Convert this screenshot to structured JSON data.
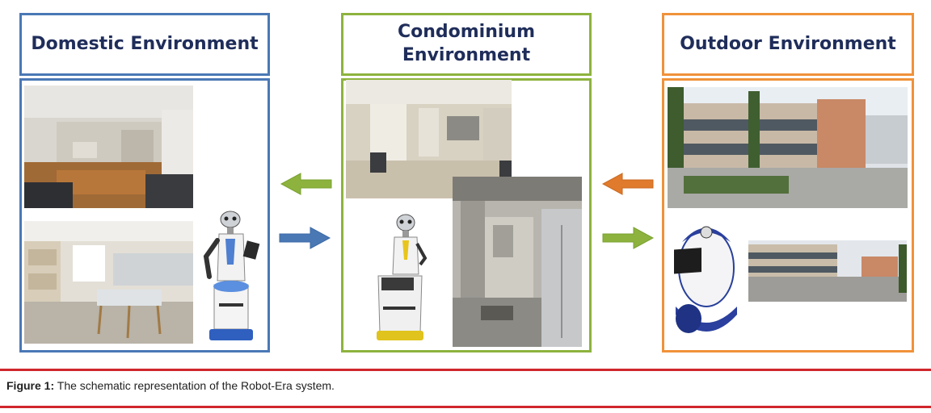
{
  "panels": {
    "domestic": {
      "title": "Domestic Environment",
      "color": "#4a78b5"
    },
    "condominium": {
      "title_line1": "Condominium",
      "title_line2": "Environment",
      "color": "#8db33e"
    },
    "outdoor": {
      "title": "Outdoor Environment",
      "color": "#f0923a"
    }
  },
  "arrows": {
    "green": "#8db33e",
    "blue": "#4a78b5",
    "orange": "#e07a2c"
  },
  "caption": {
    "label": "Figure 1:",
    "text": " The schematic representation of the Robot-Era system."
  },
  "rule_color": "#d0262c"
}
